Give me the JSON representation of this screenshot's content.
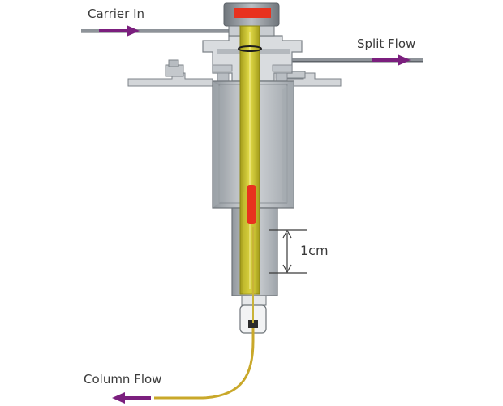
{
  "labels": {
    "carrier_in": "Carrier In",
    "split_flow": "Split Flow",
    "column_flow": "Column Flow",
    "dimension": "1cm"
  },
  "colors": {
    "arrow": "#7b1f7e",
    "liner_yellow": "#d9d23a",
    "liner_dark": "#9a9416",
    "needle_red": "#e8321e",
    "body_gray": "#c9ccd0",
    "body_dark": "#8f959b",
    "line_gray": "#6d7378"
  }
}
